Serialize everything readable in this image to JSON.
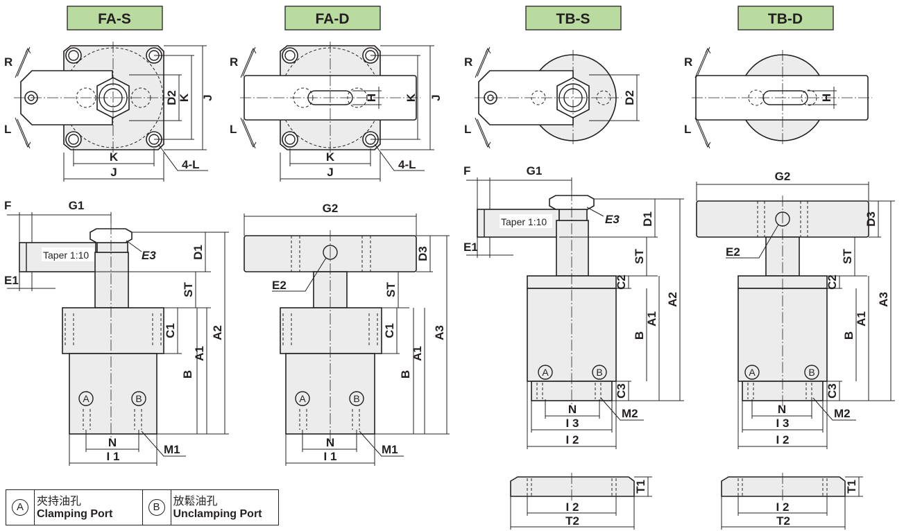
{
  "titles": {
    "fa_s": "FA-S",
    "fa_d": "FA-D",
    "tb_s": "TB-S",
    "tb_d": "TB-D"
  },
  "rotation": {
    "r": "R",
    "l": "L"
  },
  "dims": {
    "k": "K",
    "j": "J",
    "d2": "D2",
    "h": "H",
    "four_l": "4-L",
    "f": "F",
    "g1": "G1",
    "g2": "G2",
    "e1": "E1",
    "e2": "E2",
    "e3": "E3",
    "d1": "D1",
    "d3": "D3",
    "st": "ST",
    "c1": "C1",
    "c2": "C2",
    "c3": "C3",
    "a1": "A1",
    "a2": "A2",
    "a3": "A3",
    "b": "B",
    "n": "N",
    "i1": "I 1",
    "i2": "I 2",
    "i3": "I 3",
    "m1": "M1",
    "m2": "M2",
    "t1": "T1",
    "t2": "T2",
    "taper": "Taper 1:10"
  },
  "ports": {
    "a_symbol": "A",
    "b_symbol": "B"
  },
  "legend": {
    "a_symbol": "A",
    "a_zh": "夾持油孔",
    "a_en": "Clamping Port",
    "b_symbol": "B",
    "b_zh": "放鬆油孔",
    "b_en": "Unclamping Port"
  },
  "colors": {
    "tag_fill": "#b9dba0",
    "body_fill": "#ececec",
    "line": "#231f20"
  }
}
